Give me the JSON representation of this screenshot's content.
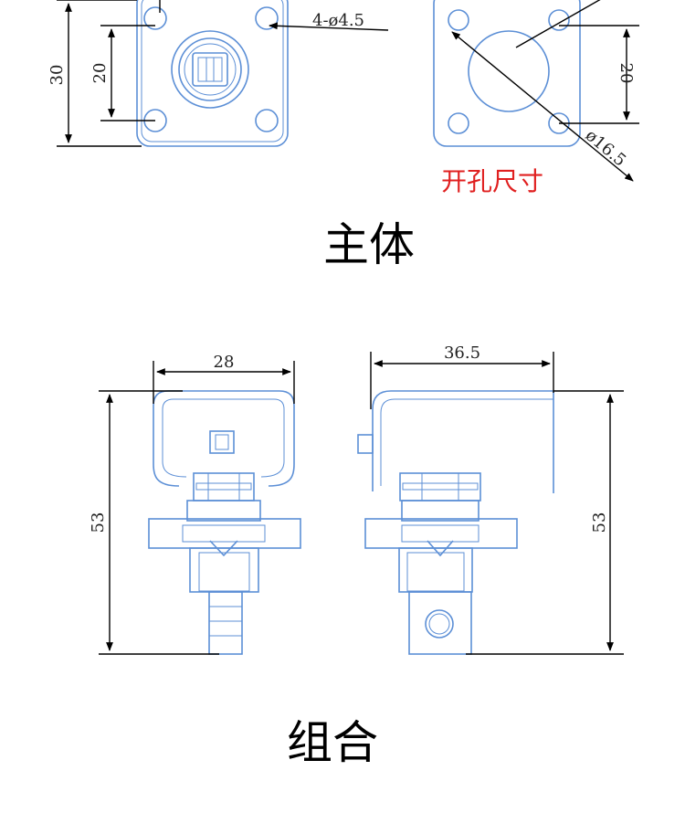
{
  "labels": {
    "top_hole_spec": "4-ø4.5",
    "top_height_outer": "30",
    "top_height_inner": "20",
    "cutout_height": "20",
    "cutout_diameter": "ø16.5",
    "cutout_note": "开孔尺寸",
    "caption_body": "主体",
    "assy_width_left": "28",
    "assy_width_right": "36.5",
    "assy_height_left": "53",
    "assy_height_right": "53",
    "caption_assembly": "组合"
  },
  "colors": {
    "part_line": "#5c8fd6",
    "dimension_line": "#000000",
    "note_text": "#e02020"
  }
}
